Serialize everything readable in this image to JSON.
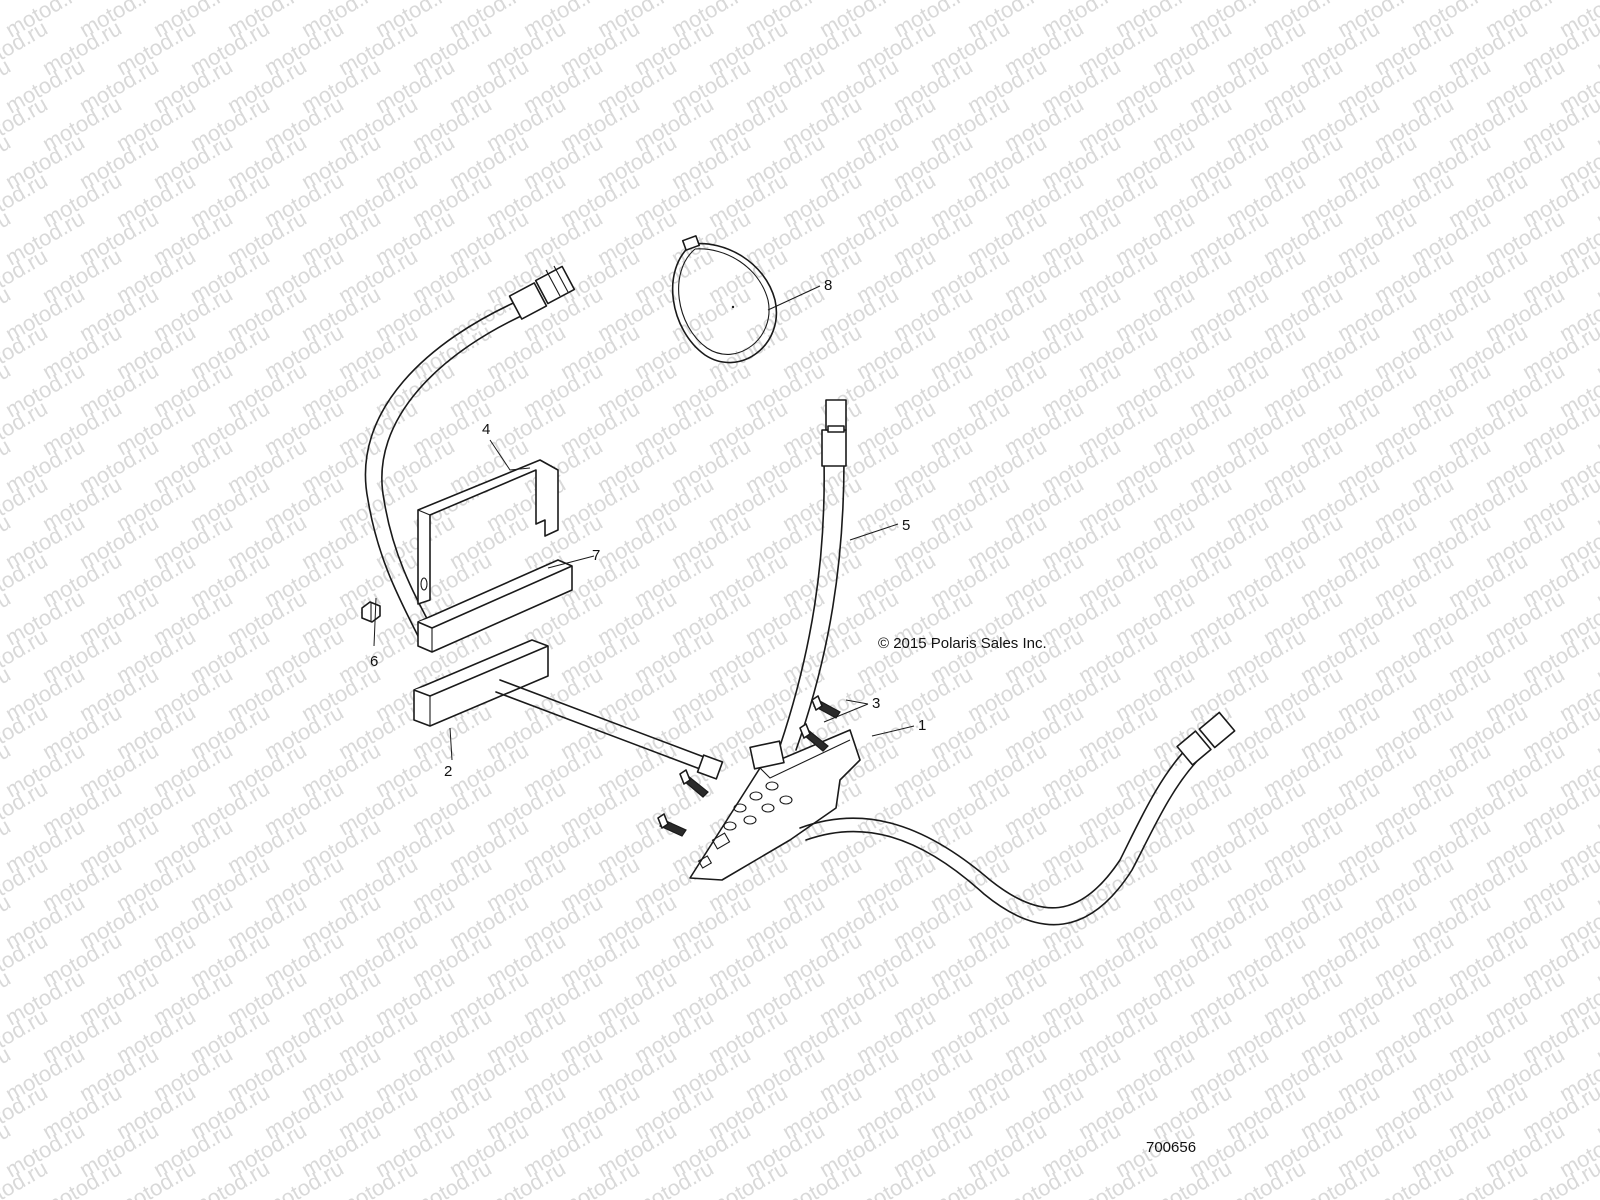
{
  "watermark": {
    "text": "motod.ru"
  },
  "callouts": [
    {
      "id": "1",
      "label": "1"
    },
    {
      "id": "2",
      "label": "2"
    },
    {
      "id": "3",
      "label": "3"
    },
    {
      "id": "4",
      "label": "4"
    },
    {
      "id": "5",
      "label": "5"
    },
    {
      "id": "6",
      "label": "6"
    },
    {
      "id": "7",
      "label": "7"
    },
    {
      "id": "8",
      "label": "8"
    }
  ],
  "copyright": "© 2015 Polaris Sales Inc.",
  "drawing_id": "700656",
  "colors": {
    "line": "#1a1a1a",
    "watermark": "#d9d9d9",
    "background": "#ffffff"
  }
}
